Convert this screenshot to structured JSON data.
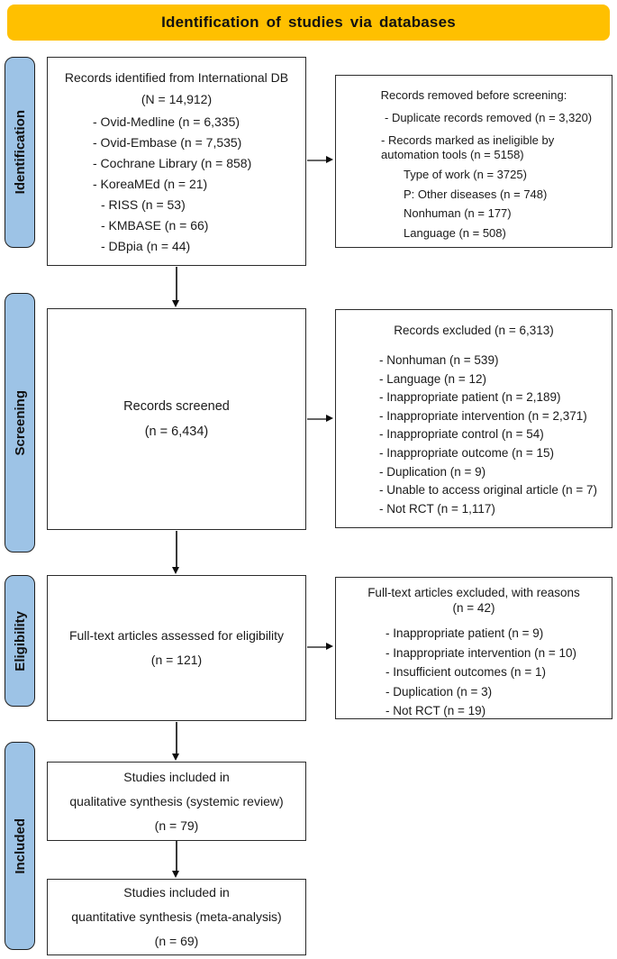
{
  "banner": {
    "title": "Identification of studies via databases"
  },
  "colors": {
    "banner_bg": "#FFC000",
    "stage_bg": "#9DC3E6",
    "box_border": "#2b2b2b"
  },
  "stages": {
    "identification": "Identification",
    "screening": "Screening",
    "eligibility": "Eligibility",
    "included": "Included"
  },
  "identified_box": {
    "title": "Records identified from International DB",
    "total": "(N = 14,912)",
    "sources": [
      "- Ovid-Medline (n = 6,335)",
      "- Ovid-Embase (n = 7,535)",
      "- Cochrane Library (n = 858)",
      "- KoreaMEd (n = 21)",
      "- RISS (n = 53)",
      "- KMBASE (n = 66)",
      "- DBpia (n = 44)"
    ]
  },
  "removed_box": {
    "title": "Records removed before screening:",
    "items": [
      "- Duplicate records removed (n = 3,320)",
      "- Records marked as ineligible by automation tools (n = 5158)"
    ],
    "sub_items": [
      "Type of work (n = 3725)",
      "P: Other diseases (n = 748)",
      "Nonhuman (n = 177)",
      "Language (n = 508)"
    ]
  },
  "screened_box": {
    "title": "Records screened",
    "count": "(n = 6,434)"
  },
  "excluded_box": {
    "title": "Records excluded (n = 6,313)",
    "items": [
      "- Nonhuman (n = 539)",
      "- Language (n = 12)",
      "- Inappropriate patient (n = 2,189)",
      "- Inappropriate intervention (n = 2,371)",
      "- Inappropriate control (n = 54)",
      "- Inappropriate outcome (n = 15)",
      "- Duplication (n = 9)",
      "- Unable to access original article (n = 7)",
      "- Not RCT (n = 1,117)"
    ]
  },
  "fulltext_box": {
    "title": "Full-text articles assessed for eligibility",
    "count": "(n = 121)"
  },
  "fulltext_excluded_box": {
    "title": "Full-text articles excluded, with reasons",
    "count": "(n = 42)",
    "items": [
      "- Inappropriate patient (n = 9)",
      "- Inappropriate intervention (n = 10)",
      "- Insufficient outcomes (n = 1)",
      "- Duplication (n = 3)",
      "- Not RCT (n = 19)"
    ]
  },
  "qualitative_box": {
    "line1": "Studies included in",
    "line2": "qualitative synthesis (systemic review)",
    "count": "(n = 79)"
  },
  "quantitative_box": {
    "line1": "Studies included in",
    "line2": "quantitative synthesis (meta-analysis)",
    "count": "(n = 69)"
  }
}
